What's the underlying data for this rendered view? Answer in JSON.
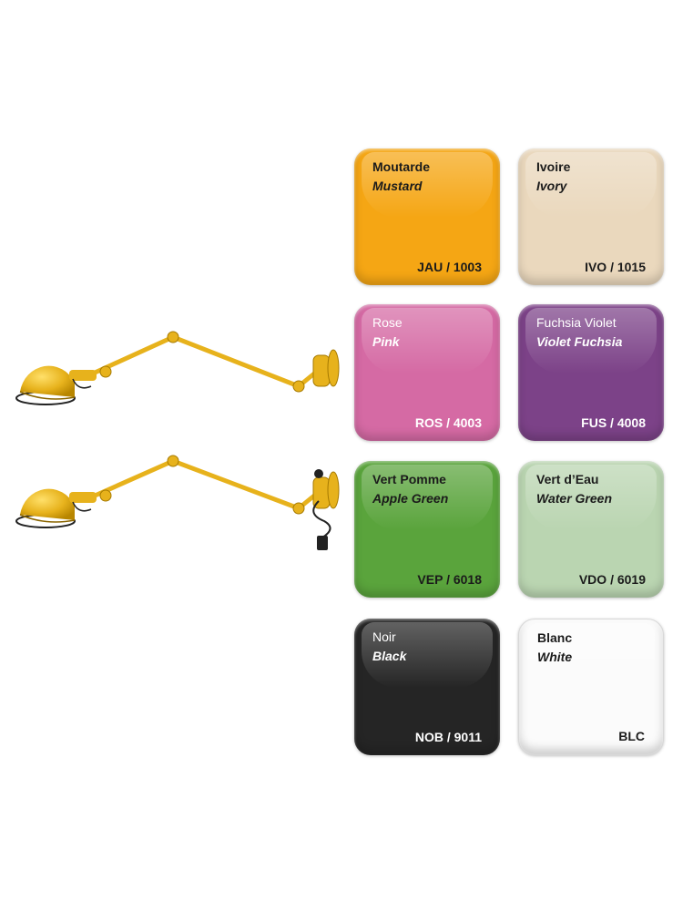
{
  "swatches": [
    {
      "fr": "Moutarde",
      "en": "Mustard",
      "code": "JAU / 1003",
      "color": "#f5a614"
    },
    {
      "fr": "Ivoire",
      "en": "Ivory",
      "code": "IVO / 1015",
      "color": "#ead8bd"
    },
    {
      "fr": "Rose",
      "en": "Pink",
      "code": "ROS / 4003",
      "color": "#d56aa4"
    },
    {
      "fr": "Fuchsia Violet",
      "en": "Violet Fuchsia",
      "code": "FUS / 4008",
      "color": "#7c4288"
    },
    {
      "fr": "Vert Pomme",
      "en": "Apple Green",
      "code": "VEP / 6018",
      "color": "#5aa43c"
    },
    {
      "fr": "Vert d’Eau",
      "en": "Water Green",
      "code": "VDO / 6019",
      "color": "#bad5b1"
    },
    {
      "fr": "Noir",
      "en": "Black",
      "code": "NOB / 9011",
      "color": "#252525"
    },
    {
      "fr": "Blanc",
      "en": "White",
      "code": "BLC",
      "color": "#fbfbfb"
    }
  ],
  "lamp_color": "#e7b21c"
}
